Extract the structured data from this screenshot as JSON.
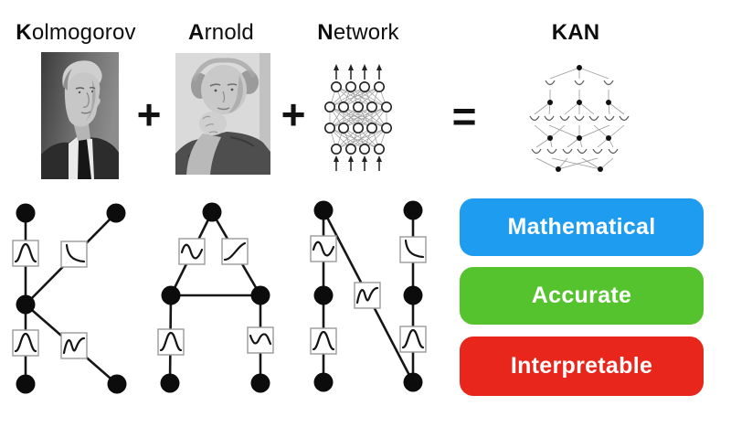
{
  "header": {
    "words": [
      {
        "bold": "K",
        "rest": "olmogorov"
      },
      {
        "bold": "A",
        "rest": "rnold"
      },
      {
        "bold": "N",
        "rest": "etwork"
      }
    ],
    "plus": "+",
    "equals": "=",
    "result": "KAN"
  },
  "badges": [
    {
      "label": "Mathematical",
      "color": "#1e9cf0"
    },
    {
      "label": "Accurate",
      "color": "#55c32e"
    },
    {
      "label": "Interpretable",
      "color": "#e8261c"
    }
  ]
}
